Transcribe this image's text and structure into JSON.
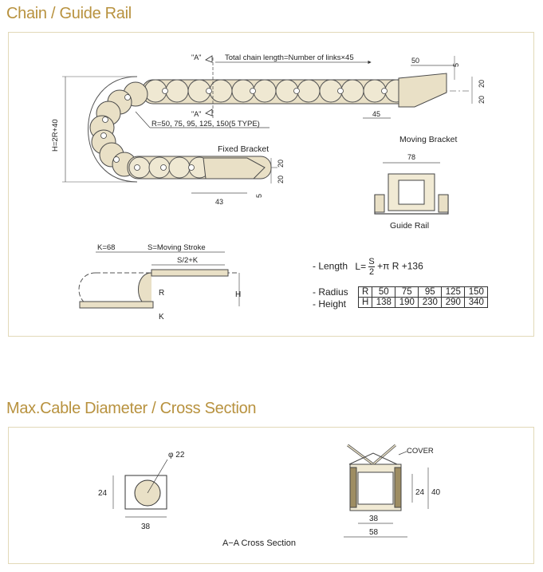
{
  "section1": {
    "title": "Chain / Guide Rail",
    "total_chain_length": "Total chain length=Number of links×45",
    "section_mark": "\"A\"",
    "radius_note": "R=50, 75, 95, 125, 150(5 TYPE)",
    "height_formula": "H=2R+40",
    "fixed_bracket": "Fixed Bracket",
    "moving_bracket": "Moving Bracket",
    "guide_rail": "Guide Rail",
    "dims": {
      "d50": "50",
      "d5": "5",
      "d20": "20",
      "d45": "45",
      "d43": "43",
      "d78": "78"
    },
    "stroke": {
      "k_label": "K=68",
      "s_label": "S=Moving Stroke",
      "s2k_label": "S/2+K",
      "h_label": "H",
      "r_label": "R",
      "k_small": "K"
    },
    "length_formula": {
      "prefix": "- Length",
      "lhs": "L=",
      "num": "S",
      "den": "2",
      "rest": "+π R +136"
    },
    "table": {
      "radius_label": "- Radius",
      "height_label": "- Height",
      "r_head": "R",
      "h_head": "H",
      "radius": [
        "50",
        "75",
        "95",
        "125",
        "150"
      ],
      "height": [
        "138",
        "190",
        "230",
        "290",
        "340"
      ]
    }
  },
  "section2": {
    "title": "Max.Cable Diameter / Cross Section",
    "diameter": "φ 22",
    "d24": "24",
    "d38": "38",
    "d40": "40",
    "d58": "58",
    "cover": "COVER",
    "caption": "A−A Cross Section"
  },
  "colors": {
    "accent": "#b8923f",
    "panel_border": "#e2d9b8",
    "chain_fill": "#e9e0c6",
    "chain_stroke": "#4a4a4a"
  }
}
